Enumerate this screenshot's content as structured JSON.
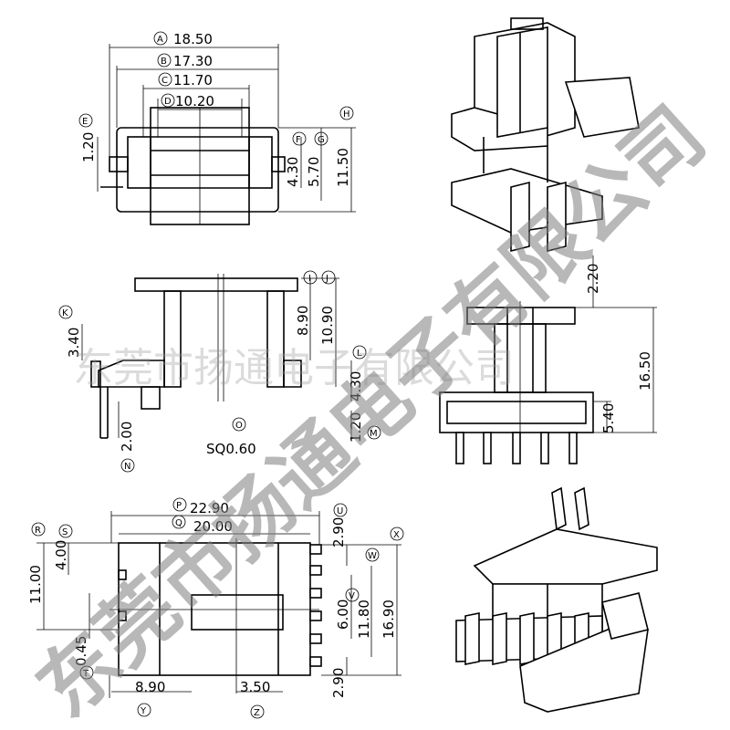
{
  "dimensions": {
    "A": "18.50",
    "B": "17.30",
    "C": "11.70",
    "D": "10.20",
    "E": "1.20",
    "F": "4.30",
    "G": "5.70",
    "H": "11.50",
    "I": "8.90",
    "J": "10.90",
    "K": "3.40",
    "L": "4.30",
    "M": "1.20",
    "N": "2.00",
    "O": "SQ0.60",
    "P": "22.90",
    "Q": "20.00",
    "R": "11.00",
    "S": "4.00",
    "T": "0.45",
    "U": "2.90",
    "V": "6.00",
    "W": "11.80",
    "X": "16.90",
    "Y": "8.90",
    "Z": "3.50",
    "U2": "2.90",
    "side_top": "2.20",
    "side_mid": "5.40",
    "side_total": "16.50"
  },
  "labels": {
    "A": "A",
    "B": "B",
    "C": "C",
    "D": "D",
    "E": "E",
    "F": "F",
    "G": "G",
    "H": "H",
    "I": "I",
    "J": "J",
    "K": "K",
    "L": "L",
    "M": "M",
    "N": "N",
    "O": "O",
    "P": "P",
    "Q": "Q",
    "R": "R",
    "S": "S",
    "T": "T",
    "U": "U",
    "V": "V",
    "W": "W",
    "X": "X",
    "Y": "Y",
    "Z": "Z"
  },
  "watermark": {
    "line": "东莞市扬通电子有限公司",
    "big": "东莞市扬通电子有限公司"
  }
}
